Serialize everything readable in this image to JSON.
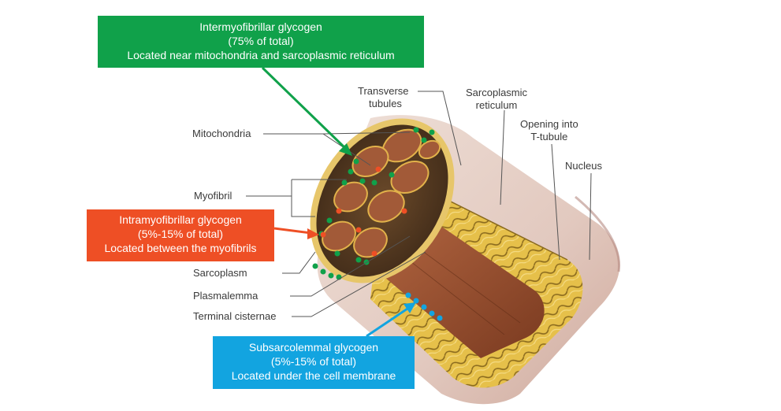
{
  "labels": {
    "mitochondria": "Mitochondria",
    "myofibril": "Myofibril",
    "sarcoplasm": "Sarcoplasm",
    "plasmalemma": "Plasmalemma",
    "terminal_cisternae": "Terminal cisternae",
    "transverse_tubules": [
      "Transverse",
      "tubules"
    ],
    "sarcoplasmic_reticulum": [
      "Sarcoplasmic",
      "reticulum"
    ],
    "opening_t_tubule": [
      "Opening into",
      "T-tubule"
    ],
    "nucleus": "Nucleus"
  },
  "callouts": {
    "intermyofibrillar": {
      "title": "Intermyofibrillar glycogen",
      "share": "(75% of total)",
      "location": "Located near mitochondria and sarcoplasmic reticulum",
      "color": "#10a14a"
    },
    "intramyofibrillar": {
      "title": "Intramyofibrillar glycogen",
      "share": "(5%-15% of total)",
      "location": "Located between the myofibrils",
      "color": "#ee4f25"
    },
    "subsarcolemmal": {
      "title": "Subsarcolemmal glycogen",
      "share": "(5%-15% of total)",
      "location": "Located under the cell membrane",
      "color": "#12a4e0"
    }
  },
  "colors": {
    "fiber_outer": "#e3ccc2",
    "sarcoplasm_yellow": "#e9c74c",
    "myofibril_brown": "#9c5231",
    "glycogen_green": "#10a14a",
    "glycogen_red": "#ee4f25",
    "glycogen_blue": "#12a4e0"
  }
}
